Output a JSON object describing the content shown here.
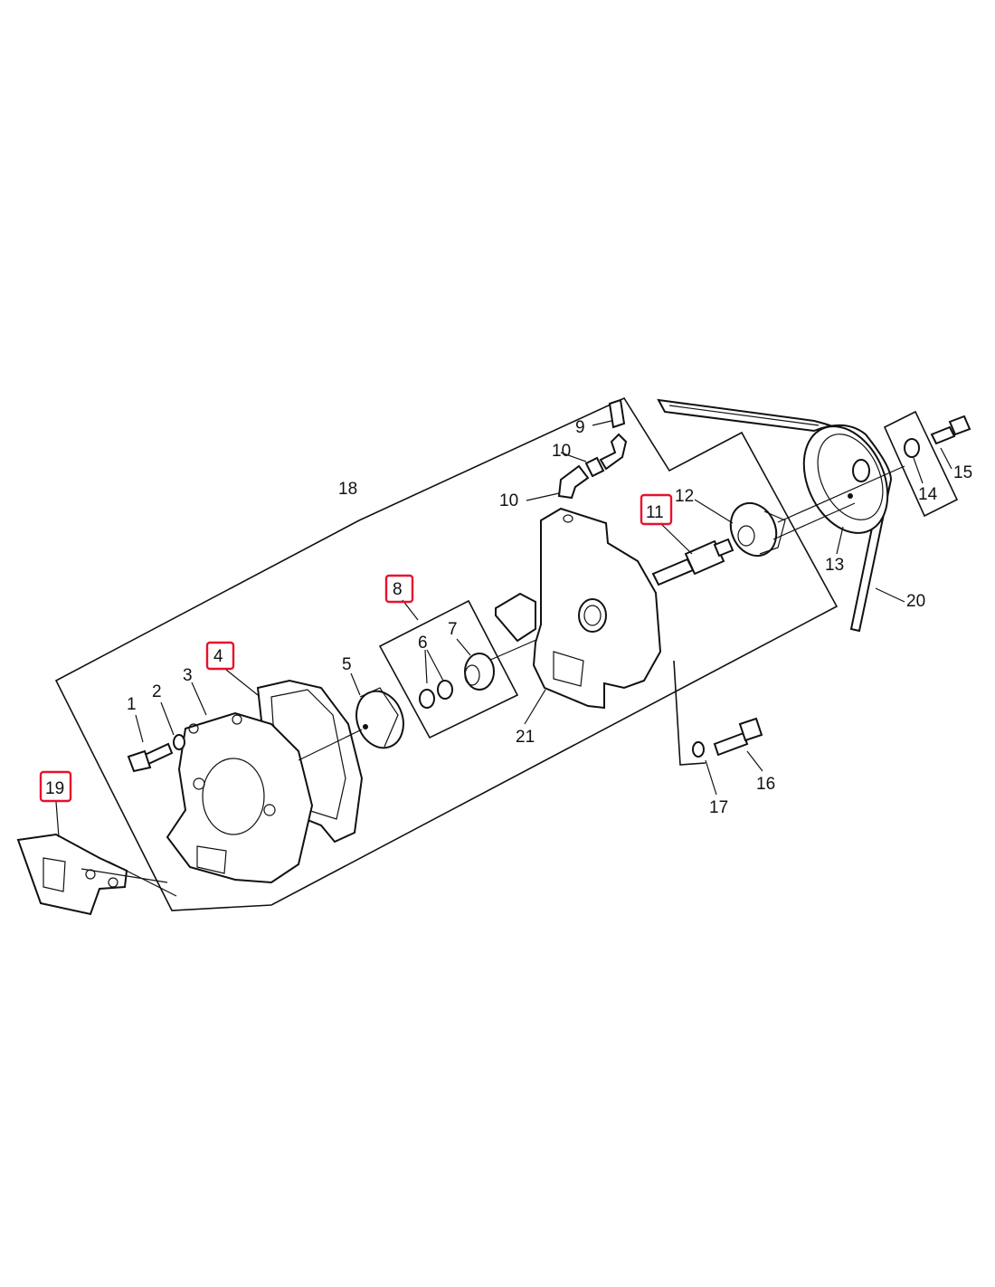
{
  "diagram": {
    "colors": {
      "line": "#111111",
      "highlight": "#e8112d",
      "background": "#ffffff"
    },
    "labels": {
      "p1": "1",
      "p2": "2",
      "p3": "3",
      "p4": "4",
      "p5": "5",
      "p6": "6",
      "p7": "7",
      "p8": "8",
      "p9": "9",
      "p10a": "10",
      "p10b": "10",
      "p11": "11",
      "p12": "12",
      "p13": "13",
      "p14": "14",
      "p15": "15",
      "p16": "16",
      "p17": "17",
      "p18": "18",
      "p19": "19",
      "p20": "20",
      "p21": "21"
    },
    "highlighted": [
      "4",
      "8",
      "11",
      "19"
    ]
  }
}
